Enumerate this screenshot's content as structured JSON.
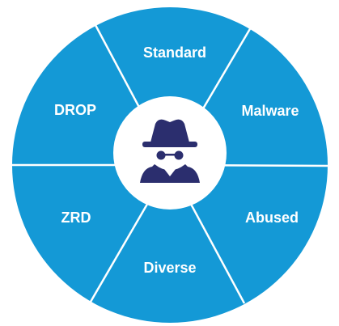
{
  "colors": {
    "wheel": "#1499d6",
    "divider": "#ffffff",
    "hub": "#ffffff",
    "icon": "#2b2e6e",
    "label": "#ffffff"
  },
  "center_icon": "spy-agent-icon",
  "segments": [
    {
      "label": "Standard"
    },
    {
      "label": "Malware"
    },
    {
      "label": "Abused"
    },
    {
      "label": "Diverse"
    },
    {
      "label": "ZRD"
    },
    {
      "label": "DROP"
    }
  ]
}
